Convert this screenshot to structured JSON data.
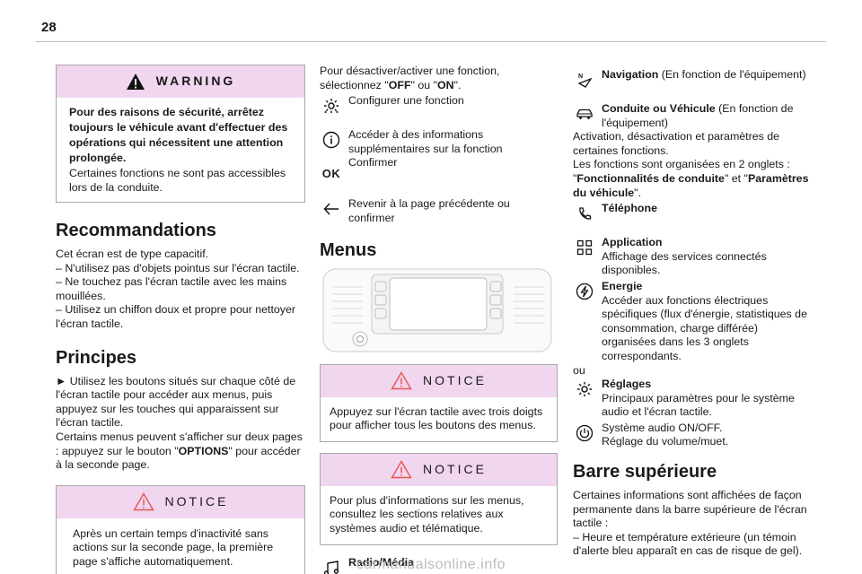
{
  "page_number": "28",
  "warning": {
    "title": "WARNING",
    "bold_text": "Pour des raisons de sécurité, arrêtez toujours le véhicule avant d'effectuer des opérations qui nécessitent une attention prolongée.",
    "text": "Certaines fonctions ne sont pas accessibles lors de la conduite."
  },
  "recommandations": {
    "title": "Recommandations",
    "intro": "Cet écran est de type capacitif.",
    "items": [
      "– N'utilisez pas d'objets pointus sur l'écran tactile.",
      "– Ne touchez pas l'écran tactile avec les mains mouillées.",
      "– Utilisez un chiffon doux et propre pour nettoyer l'écran tactile."
    ]
  },
  "principes": {
    "title": "Principes",
    "p1": "► Utilisez les boutons situés sur chaque côté de l'écran tactile pour accéder aux menus, puis appuyez sur les touches qui apparaissent sur l'écran tactile.",
    "p2_before": "Certains menus peuvent s'afficher sur deux pages : appuyez sur le bouton \"",
    "p2_bold": "OPTIONS",
    "p2_after": "\" pour accéder à la seconde page."
  },
  "notice1": {
    "title": "NOTICE",
    "text": "Après un certain temps d'inactivité sans actions sur la seconde page, la première page s'affiche automatiquement."
  },
  "activation": {
    "before": "Pour désactiver/activer une fonction, sélectionnez \"",
    "off": "OFF",
    "middle": "\" ou \"",
    "on": "ON",
    "after": "\"."
  },
  "icon_legend": [
    {
      "icon": "gear-dots-icon",
      "text": "Configurer une fonction"
    },
    {
      "icon": "info-icon",
      "text": "Accéder à des informations supplémentaires sur la fonction"
    },
    {
      "icon": "ok-icon",
      "label": "OK",
      "text": "Confirmer"
    },
    {
      "icon": "back-arrow-icon",
      "text": "Revenir à la page précédente ou confirmer"
    }
  ],
  "menus": {
    "title": "Menus"
  },
  "notice2": {
    "title": "NOTICE",
    "text": "Appuyez sur l'écran tactile avec trois doigts pour afficher tous les boutons des menus."
  },
  "notice3": {
    "title": "NOTICE",
    "text": "Pour plus d'informations sur les menus, consultez les sections relatives aux systèmes audio et télématique."
  },
  "radio": {
    "label": "Radio/Média"
  },
  "navigation": {
    "label": "Navigation",
    "text": " (En fonction de l'équipement)"
  },
  "conduite": {
    "label": "Conduite ou Véhicule",
    "text": " (En fonction de l'équipement)",
    "desc1": "Activation, désactivation et paramètres de certaines fonctions.",
    "desc2_before": "Les fonctions sont organisées en 2 onglets : \"",
    "tab1": "Fonctionnalités de conduite",
    "desc2_mid": "\" et \"",
    "tab2": "Paramètres du véhicule",
    "desc2_after": "\"."
  },
  "telephone": {
    "label": "Téléphone"
  },
  "application": {
    "label": "Application",
    "text": "Affichage des services connectés disponibles."
  },
  "energie": {
    "label": "Energie",
    "text": "Accéder aux fonctions électriques spécifiques (flux d'énergie, statistiques de consommation, charge différée) organisées dans les 3 onglets correspondants."
  },
  "ou": "ou",
  "reglages": {
    "label": "Réglages",
    "text": "Principaux paramètres pour le système audio et l'écran tactile."
  },
  "audio": {
    "line1": "Système audio ON/OFF.",
    "line2": "Réglage du volume/muet."
  },
  "barre": {
    "title": "Barre supérieure",
    "text": "Certaines informations sont affichées de façon permanente dans la barre supérieure de l'écran tactile :",
    "item1": "– Heure et température extérieure (un témoin d'alerte bleu apparaît en cas de risque de gel)."
  },
  "footer": "carmanualsonline.info"
}
